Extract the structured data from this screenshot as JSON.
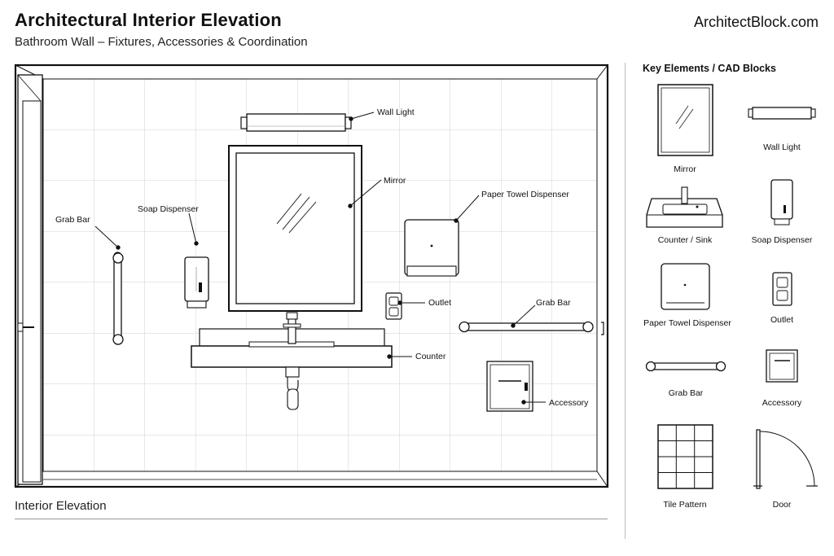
{
  "header": {
    "title": "Architectural Interior Elevation",
    "subtitle": "Bathroom Wall – Fixtures, Accessories & Coordination",
    "brand": "ArchitectBlock.com"
  },
  "elevation": {
    "caption": "Interior Elevation",
    "callouts": {
      "wall_light": "Wall Light",
      "mirror": "Mirror",
      "paper_towel": "Paper Towel Dispenser",
      "soap": "Soap Dispenser",
      "grab_bar_left": "Grab Bar",
      "grab_bar_right": "Grab Bar",
      "outlet": "Outlet",
      "counter": "Counter",
      "accessory": "Accessory"
    }
  },
  "legend": {
    "title": "Key Elements / CAD Blocks",
    "items": [
      {
        "label": "Mirror"
      },
      {
        "label": "Wall Light"
      },
      {
        "label": "Counter / Sink"
      },
      {
        "label": "Soap Dispenser"
      },
      {
        "label": "Paper Towel Dispenser"
      },
      {
        "label": "Outlet"
      },
      {
        "label": "Grab Bar"
      },
      {
        "label": "Accessory"
      },
      {
        "label": "Tile Pattern"
      },
      {
        "label": "Door"
      }
    ]
  },
  "colors": {
    "line": "#111111",
    "tile_grid": "#d2d2d2",
    "divider": "#bdbdbd"
  }
}
